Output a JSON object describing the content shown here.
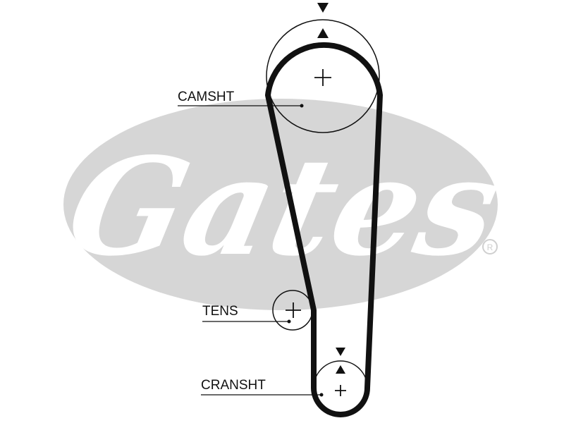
{
  "logo": {
    "text": "Gates",
    "registered": "®",
    "color": "#d6d6d6"
  },
  "labels": {
    "camshaft": "CAMSHT",
    "tensioner": "TENS",
    "crankshaft": "CRANSHT"
  },
  "colors": {
    "belt": "#111111",
    "line": "#111111"
  }
}
